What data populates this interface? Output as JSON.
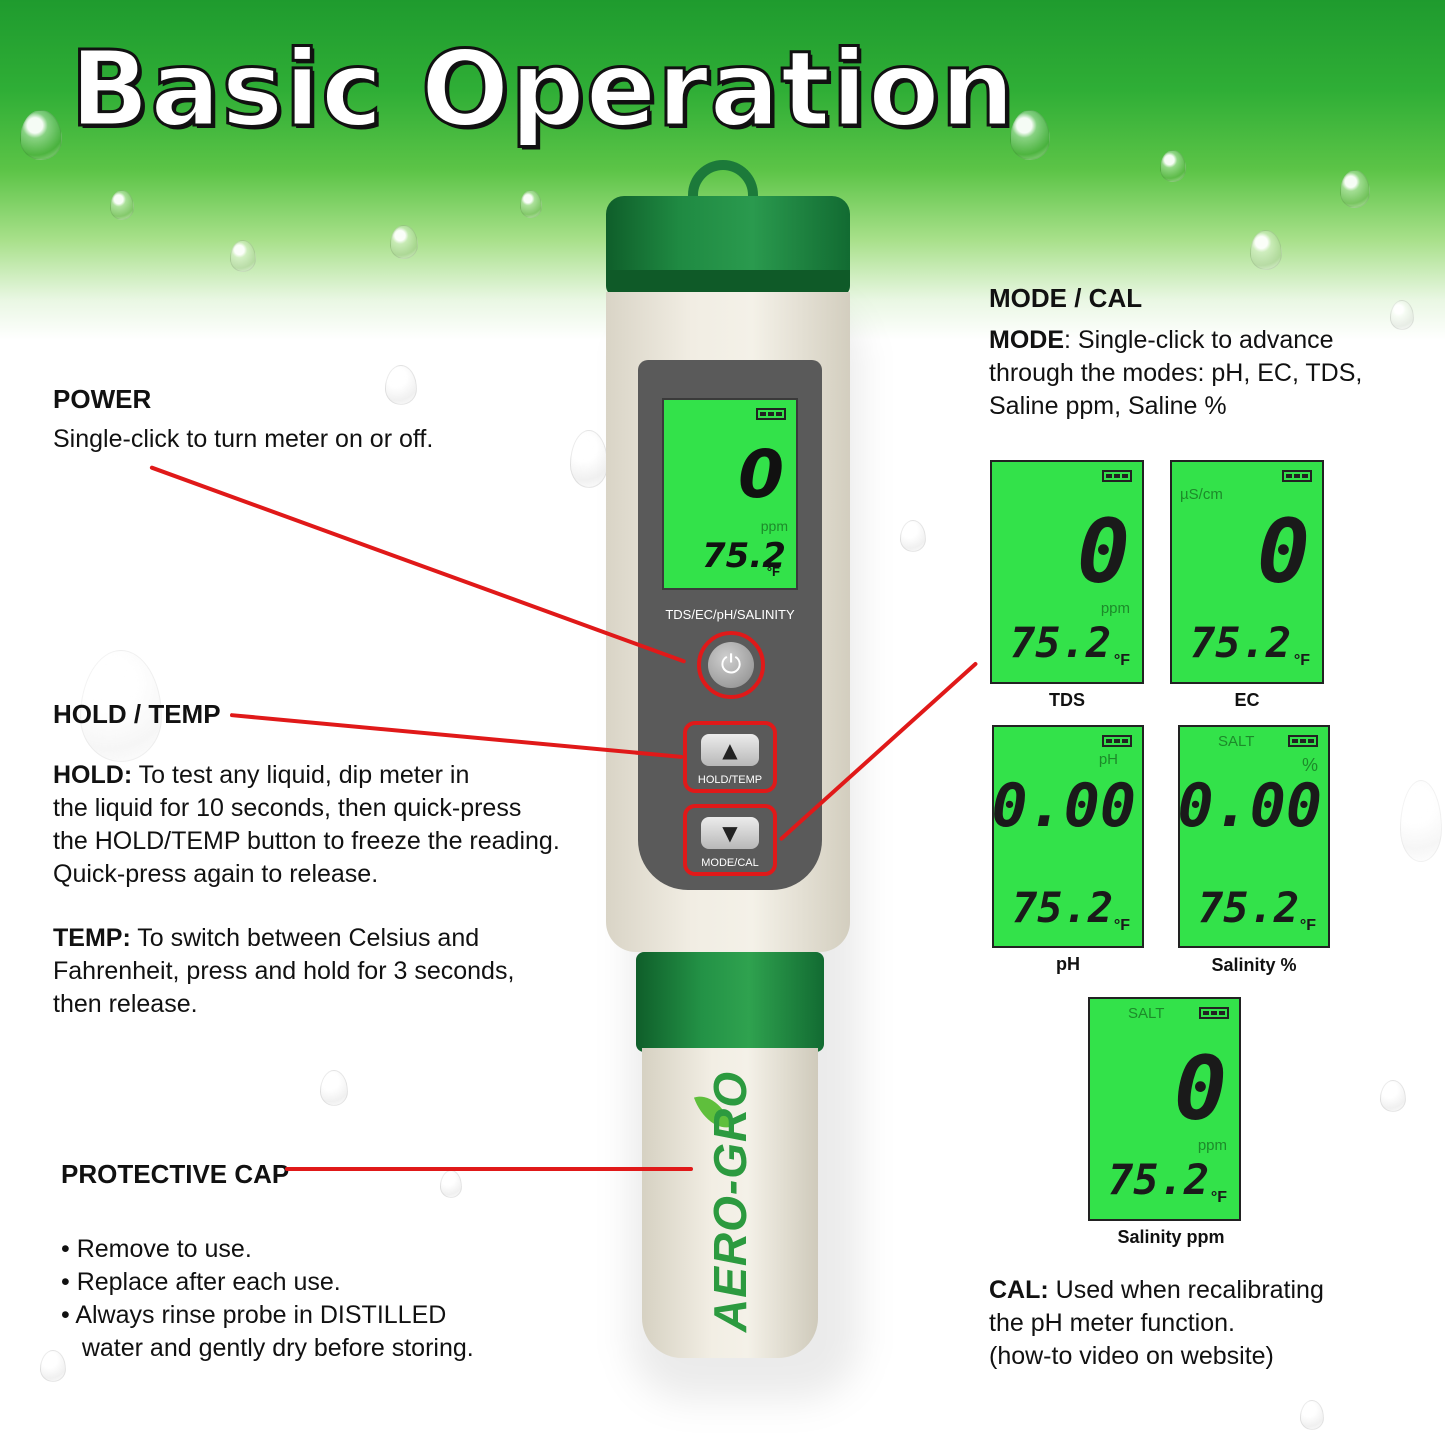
{
  "title": "Basic Operation",
  "power": {
    "heading": "POWER",
    "text": "Single-click to turn meter on or off."
  },
  "hold_temp": {
    "heading": "HOLD / TEMP",
    "hold_label": "HOLD:",
    "hold_lines": [
      "To test any liquid, dip meter in",
      "the liquid for 10 seconds, then quick-press",
      "the HOLD/TEMP button to freeze the reading.",
      "Quick-press again to release."
    ],
    "temp_label": "TEMP:",
    "temp_lines": [
      "To switch between Celsius and",
      "Fahrenheit, press and hold for 3 seconds,",
      "then release."
    ]
  },
  "protective_cap": {
    "heading": "PROTECTIVE CAP",
    "bullets": [
      "• Remove to use.",
      "• Replace after each use.",
      "• Always rinse probe in DISTILLED",
      "   water and gently dry before storing."
    ]
  },
  "mode_cal": {
    "heading": "MODE / CAL",
    "mode_label": "MODE",
    "mode_lines": [
      ": Single-click to advance",
      "through the modes: pH, EC, TDS,",
      "Saline ppm, Saline %"
    ],
    "cal_label": "CAL:",
    "cal_lines": [
      " Used when recalibrating",
      "the pH meter function.",
      "(how-to video on website)"
    ]
  },
  "meter": {
    "model": "TDS/EC/pH/SALINITY",
    "hold_button_label": "HOLD/TEMP",
    "mode_button_label": "MODE/CAL",
    "up_arrow": "▲",
    "down_arrow": "▼",
    "power_symbol": "⏻",
    "brand": "AERO-GRO",
    "lcd": {
      "value": "0",
      "unit": "ppm",
      "temp": "75.2",
      "deg": "°F"
    }
  },
  "screens": [
    {
      "caption": "TDS",
      "top_label": "",
      "value": "0",
      "unit": "ppm",
      "temp": "75.2",
      "deg": "°F"
    },
    {
      "caption": "EC",
      "top_label": "µS/cm",
      "value": "0",
      "unit": "",
      "temp": "75.2",
      "deg": "°F"
    },
    {
      "caption": "pH",
      "top_label": "pH",
      "value": "0.00",
      "unit": "",
      "temp": "75.2",
      "deg": "°F"
    },
    {
      "caption": "Salinity %",
      "top_label": "SALT",
      "pct": "%",
      "value": "0.00",
      "unit": "",
      "temp": "75.2",
      "deg": "°F"
    },
    {
      "caption": "Salinity ppm",
      "top_label": "SALT",
      "value": "0",
      "unit": "ppm",
      "temp": "75.2",
      "deg": "°F"
    }
  ],
  "colors": {
    "accent_red": "#e01919",
    "lcd_green": "#33e24a",
    "brand_green": "#1f8a42"
  }
}
